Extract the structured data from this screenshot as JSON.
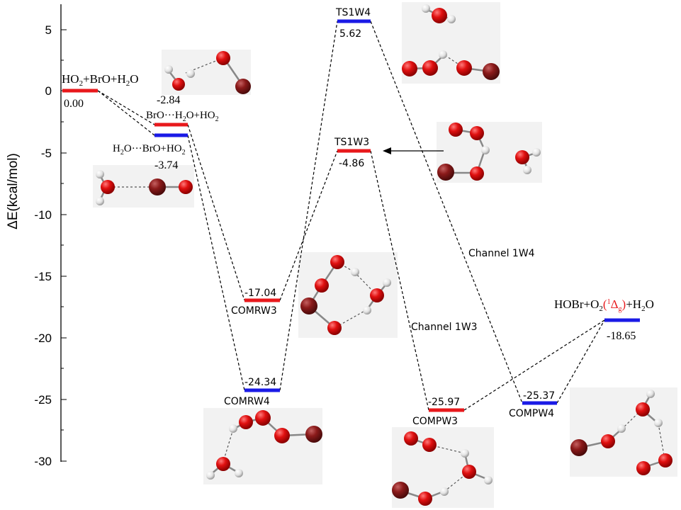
{
  "diagram": {
    "y_axis": {
      "label": "ΔE(kcal/mol)",
      "ticks": [
        "5",
        "0",
        "-5",
        "-10",
        "-15",
        "-20",
        "-25",
        "-30"
      ]
    },
    "levels": [
      {
        "id": "reactant",
        "name_parts": [
          "HO",
          "2",
          "+BrO+H",
          "2",
          "O"
        ],
        "energy": "0.00",
        "color": "#e8191c"
      },
      {
        "id": "complex-red",
        "name_parts": [
          "BrO",
          "···",
          "H",
          "2",
          "O+HO",
          "2"
        ],
        "energy": "-2.84",
        "color": "#e8191c"
      },
      {
        "id": "complex-blue",
        "name_parts": [
          "H",
          "2",
          "O",
          "···",
          "BrO+HO",
          "2"
        ],
        "energy": "-3.74",
        "color": "#1a1ae6"
      },
      {
        "id": "TS1W4",
        "name": "TS1W4",
        "energy": "5.62",
        "color": "#1a1ae6"
      },
      {
        "id": "TS1W3",
        "name": "TS1W3",
        "energy": "-4.86",
        "color": "#e8191c"
      },
      {
        "id": "COMRW3",
        "name": "COMRW3",
        "energy": "-17.04",
        "color": "#e8191c"
      },
      {
        "id": "COMRW4",
        "name": "COMRW4",
        "energy": "-24.34",
        "color": "#1a1ae6"
      },
      {
        "id": "COMPW3",
        "name": "COMPW3",
        "energy": "-25.97",
        "color": "#e8191c"
      },
      {
        "id": "COMPW4",
        "name": "COMPW4",
        "energy": "-25.37",
        "color": "#1a1ae6"
      },
      {
        "id": "product",
        "name_parts": [
          "HOBr+O",
          "2",
          "(",
          "1",
          "Δ",
          "g",
          ")",
          "+H",
          "2",
          "O"
        ],
        "energy": "-18.65",
        "color": "#1a1ae6"
      }
    ],
    "channels": [
      "Channel 1W4",
      "Channel 1W3"
    ],
    "colors": {
      "red": "#e8191c",
      "blue": "#1a1ae6",
      "atom_O": "#d00000",
      "atom_Br": "#8b1a1a",
      "atom_H": "#e0e0e0"
    }
  }
}
